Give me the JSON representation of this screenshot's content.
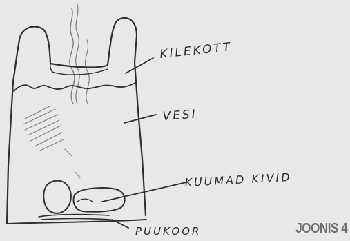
{
  "labels": {
    "bag": "KILEKOTT",
    "water": "VESI",
    "stones": "KUUMAD KIVID",
    "coals": "PUUKOOR"
  },
  "figure_label": "JOONIS 4"
}
